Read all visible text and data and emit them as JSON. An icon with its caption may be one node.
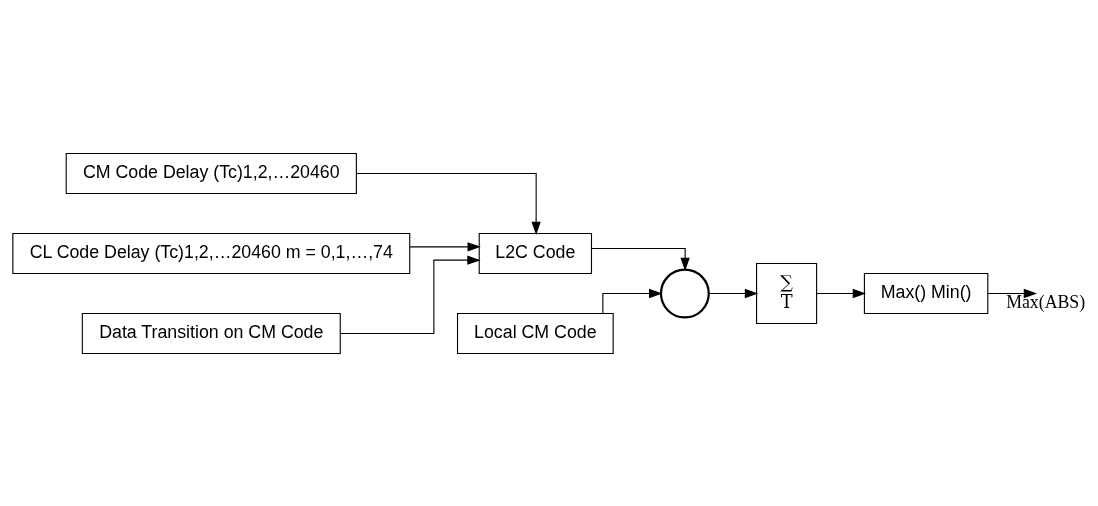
{
  "diagram": {
    "nodes": [
      {
        "text": [
          "CM Code Delay (Tc)1,2,…20460"
        ]
      },
      {
        "text": [
          "CL Code Delay (Tc)1,2,…20460 m = 0,1,…,74"
        ]
      },
      {
        "text": [
          "Data Transition on CM Code"
        ]
      },
      {
        "text": [
          "L2C Code"
        ]
      },
      {
        "text": [],
        "shape": "circle"
      },
      {
        "text": [
          "∑",
          "T"
        ]
      },
      {
        "text": [
          "Max() Min()"
        ]
      },
      {
        "text": [
          "Local CM Code"
        ]
      }
    ],
    "edges": [
      {
        "from": 0,
        "to": 3,
        "arrow": "to"
      },
      {
        "from": 1,
        "to": 3,
        "arrow": "to"
      },
      {
        "from": 2,
        "to": 3,
        "arrow": "to"
      },
      {
        "from": 3,
        "to": 4,
        "arrow": "to"
      },
      {
        "from": 7,
        "to": 4,
        "arrow": "to"
      },
      {
        "from": 4,
        "to": 5,
        "arrow": "to"
      },
      {
        "from": 5,
        "to": 6,
        "arrow": "to"
      },
      {
        "from": 6,
        "to": null,
        "arrow": "to",
        "label": "Max(ABS)"
      }
    ]
  }
}
